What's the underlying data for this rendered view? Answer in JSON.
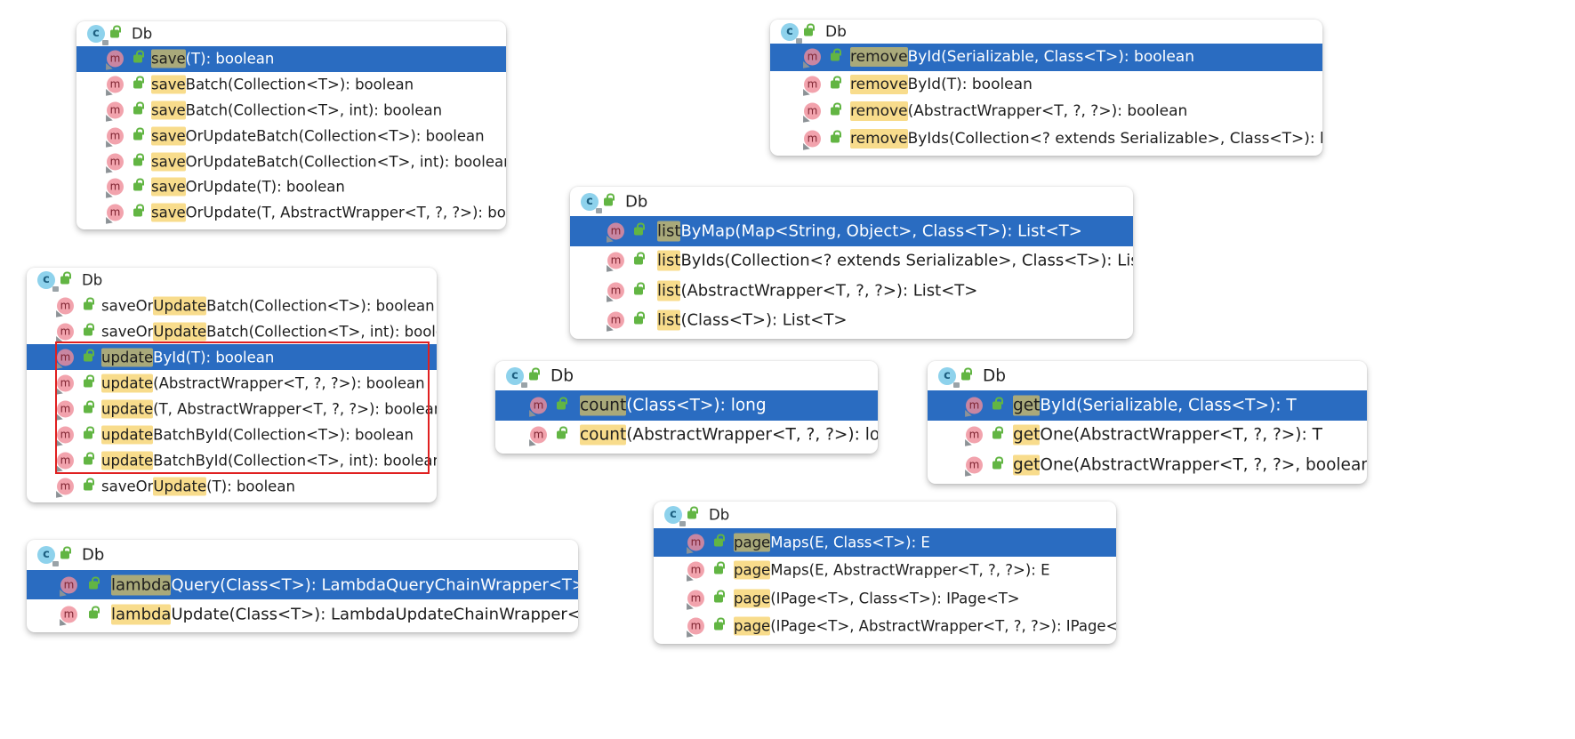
{
  "popups": {
    "save": {
      "header": "Db",
      "items": [
        {
          "match": "save",
          "rest": "(T): boolean",
          "selected": true
        },
        {
          "match": "save",
          "rest": "Batch(Collection<T>): boolean"
        },
        {
          "match": "save",
          "rest": "Batch(Collection<T>, int): boolean"
        },
        {
          "match": "save",
          "rest": "OrUpdateBatch(Collection<T>): boolean"
        },
        {
          "match": "save",
          "rest": "OrUpdateBatch(Collection<T>, int): boolean"
        },
        {
          "match": "save",
          "rest": "OrUpdate(T): boolean"
        },
        {
          "match": "save",
          "rest": "OrUpdate(T, AbstractWrapper<T, ?, ?>): boolean"
        }
      ]
    },
    "update": {
      "header": "Db",
      "items": [
        {
          "pre": "saveOr",
          "match": "Update",
          "rest": "Batch(Collection<T>): boolean"
        },
        {
          "pre": "saveOr",
          "match": "Update",
          "rest": "Batch(Collection<T>, int): boolean"
        },
        {
          "match": "update",
          "rest": "ById(T): boolean",
          "selected": true
        },
        {
          "match": "update",
          "rest": "(AbstractWrapper<T, ?, ?>): boolean"
        },
        {
          "match": "update",
          "rest": "(T, AbstractWrapper<T, ?, ?>): boolean"
        },
        {
          "match": "update",
          "rest": "BatchById(Collection<T>): boolean"
        },
        {
          "match": "update",
          "rest": "BatchById(Collection<T>, int): boolean"
        },
        {
          "pre": "saveOr",
          "match": "Update",
          "rest": "(T): boolean"
        }
      ]
    },
    "lambda": {
      "header": "Db",
      "items": [
        {
          "match": "lambda",
          "rest": "Query(Class<T>): LambdaQueryChainWrapper<T>",
          "selected": true
        },
        {
          "match": "lambda",
          "rest": "Update(Class<T>): LambdaUpdateChainWrapper<T>"
        }
      ]
    },
    "remove": {
      "header": "Db",
      "items": [
        {
          "match": "remove",
          "rest": "ById(Serializable, Class<T>): boolean",
          "selected": true
        },
        {
          "match": "remove",
          "rest": "ById(T): boolean"
        },
        {
          "match": "remove",
          "rest": "(AbstractWrapper<T, ?, ?>): boolean"
        },
        {
          "match": "remove",
          "rest": "ByIds(Collection<? extends Serializable>, Class<T>): boolean"
        }
      ]
    },
    "list": {
      "header": "Db",
      "items": [
        {
          "match": "list",
          "rest": "ByMap(Map<String, Object>, Class<T>): List<T>",
          "selected": true
        },
        {
          "match": "list",
          "rest": "ByIds(Collection<? extends Serializable>, Class<T>): List<T>"
        },
        {
          "match": "list",
          "rest": "(AbstractWrapper<T, ?, ?>): List<T>"
        },
        {
          "match": "list",
          "rest": "(Class<T>): List<T>"
        }
      ]
    },
    "count": {
      "header": "Db",
      "items": [
        {
          "match": "count",
          "rest": "(Class<T>): long",
          "selected": true
        },
        {
          "match": "count",
          "rest": "(AbstractWrapper<T, ?, ?>): long"
        }
      ]
    },
    "get": {
      "header": "Db",
      "items": [
        {
          "match": "get",
          "rest": "ById(Serializable, Class<T>): T",
          "selected": true
        },
        {
          "match": "get",
          "rest": "One(AbstractWrapper<T, ?, ?>): T"
        },
        {
          "match": "get",
          "rest": "One(AbstractWrapper<T, ?, ?>, boolean): T"
        }
      ]
    },
    "page": {
      "header": "Db",
      "items": [
        {
          "match": "page",
          "rest": "Maps(E, Class<T>): E",
          "selected": true
        },
        {
          "match": "page",
          "rest": "Maps(E, AbstractWrapper<T, ?, ?>): E"
        },
        {
          "match": "page",
          "rest": "(IPage<T>, Class<T>): IPage<T>"
        },
        {
          "match": "page",
          "rest": "(IPage<T>, AbstractWrapper<T, ?, ?>): IPage<T>"
        }
      ]
    }
  },
  "icons": {
    "class_icon_glyph": "c",
    "method_icon_glyph": "m",
    "lock": "lock-icon"
  },
  "colors": {
    "selection": "#2a6cc1",
    "highlight": "#f8dc8c",
    "method_icon": "#f2a3ad",
    "class_icon": "#8ed2ec",
    "annotation_box": "#e02020"
  }
}
